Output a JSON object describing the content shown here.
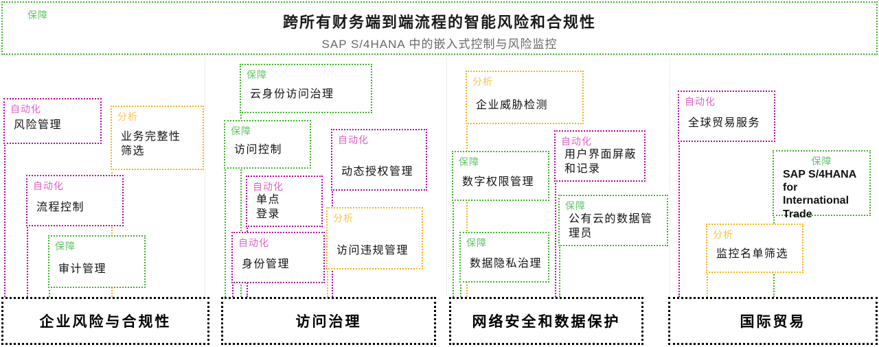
{
  "banner": {
    "category_label": "保障",
    "title": "跨所有财务端到端流程的智能风险和合规性",
    "subtitle": "SAP S/4HANA 中的嵌入式控制与风险监控"
  },
  "colors": {
    "assure_border": "#3EB32A",
    "assure_label": "#63C46B",
    "automate_border": "#B800A0",
    "automate_label": "#E25FC8",
    "analyze_border": "#FBB210",
    "analyze_label": "#FFC448",
    "footer_border": "#000000",
    "title_text": "#1a1a1a",
    "subtitle_text": "#686868"
  },
  "columns": [
    {
      "footer": "企业风险与合规性",
      "boxes": [
        {
          "tag": "自动化",
          "title": "风险管理"
        },
        {
          "tag": "分析",
          "title": "业务完整性\n筛选"
        },
        {
          "tag": "自动化",
          "title": "流程控制"
        },
        {
          "tag": "保障",
          "title": "审计管理"
        }
      ]
    },
    {
      "footer": "访问治理",
      "boxes": [
        {
          "tag": "保障",
          "title": "云身份访问治理"
        },
        {
          "tag": "保障",
          "title": "访问控制"
        },
        {
          "tag": "自动化",
          "title": "动态授权管理"
        },
        {
          "tag": "自动化",
          "title": "单点\n登录"
        },
        {
          "tag": "分析",
          "title": "访问违规管理"
        },
        {
          "tag": "自动化",
          "title": "身份管理"
        }
      ]
    },
    {
      "footer": "网络安全和数据保护",
      "boxes": [
        {
          "tag": "分析",
          "title": "企业威胁检测"
        },
        {
          "tag": "自动化",
          "title": "用户界面屏蔽\n和记录"
        },
        {
          "tag": "保障",
          "title": "数字权限管理"
        },
        {
          "tag": "保障",
          "title": "公有云的数据管\n理员"
        },
        {
          "tag": "保障",
          "title": "数据隐私治理"
        }
      ]
    },
    {
      "footer": "国际贸易",
      "boxes": [
        {
          "tag": "自动化",
          "title": "全球贸易服务"
        },
        {
          "tag": "保障",
          "title": "SAP S/4HANA\nfor\nInternational\nTrade"
        },
        {
          "tag": "分析",
          "title": "监控名单筛选"
        }
      ]
    }
  ]
}
